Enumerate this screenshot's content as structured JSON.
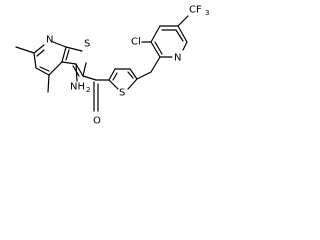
{
  "molecule": {
    "atoms": {
      "cf3_carbon": "CF",
      "cf3_carbon_sub": "3",
      "chlorine": "Cl",
      "pyridine_n": "N",
      "thiophene_s": "S",
      "ketone_o": "O",
      "amine": "NH",
      "amine_sub": "2",
      "thienopyridine_n": "N",
      "thienopyridine_s": "S"
    }
  }
}
